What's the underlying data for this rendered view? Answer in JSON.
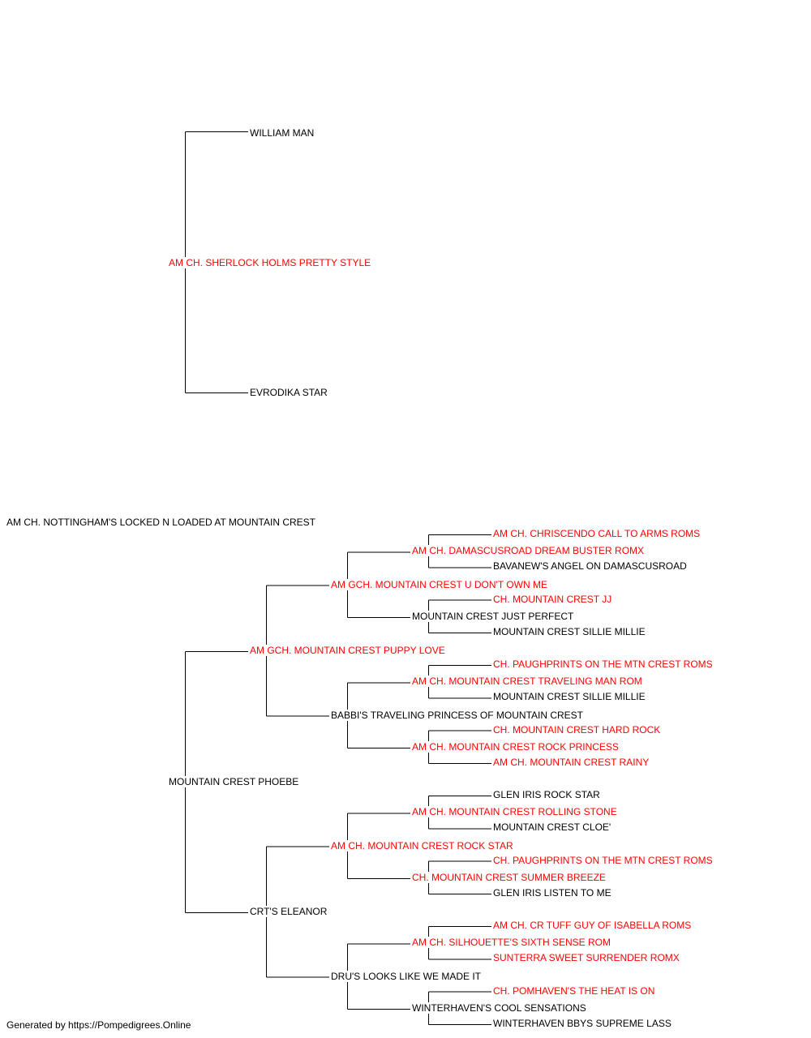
{
  "colors": {
    "champion": "#ff0000",
    "regular": "#000000",
    "lines": "#000000"
  },
  "subject": {
    "name": "AM CH. NOTTINGHAM'S LOCKED N LOADED AT MOUNTAIN CREST",
    "champion": false
  },
  "sire": {
    "name": "AM CH. SHERLOCK HOLMS PRETTY STYLE",
    "champion": true,
    "sire": {
      "name": "WILLIAM MAN",
      "champion": false
    },
    "dam": {
      "name": "EVRODIKA STAR",
      "champion": false
    }
  },
  "dam": {
    "name": "MOUNTAIN CREST PHOEBE",
    "champion": false,
    "sire": {
      "name": "AM GCH. MOUNTAIN CREST PUPPY LOVE",
      "champion": true,
      "sire": {
        "name": "AM GCH. MOUNTAIN CREST U DON'T OWN ME",
        "champion": true,
        "sire": {
          "name": "AM CH. DAMASCUSROAD DREAM BUSTER ROMX",
          "champion": true,
          "sire": {
            "name": "AM CH. CHRISCENDO CALL TO ARMS ROMS",
            "champion": true
          },
          "dam": {
            "name": "BAVANEW'S ANGEL ON DAMASCUSROAD",
            "champion": false
          }
        },
        "dam": {
          "name": "MOUNTAIN CREST JUST PERFECT",
          "champion": false,
          "sire": {
            "name": "CH. MOUNTAIN CREST JJ",
            "champion": true
          },
          "dam": {
            "name": "MOUNTAIN CREST SILLIE MILLIE",
            "champion": false
          }
        }
      },
      "dam": {
        "name": "BABBI'S TRAVELING PRINCESS OF MOUNTAIN CREST",
        "champion": false,
        "sire": {
          "name": "AM CH. MOUNTAIN CREST TRAVELING MAN ROM",
          "champion": true,
          "sire": {
            "name": "CH. PAUGHPRINTS ON THE MTN CREST ROMS",
            "champion": true
          },
          "dam": {
            "name": "MOUNTAIN CREST SILLIE MILLIE",
            "champion": false
          }
        },
        "dam": {
          "name": "AM CH. MOUNTAIN CREST ROCK PRINCESS",
          "champion": true,
          "sire": {
            "name": "CH. MOUNTAIN CREST HARD ROCK",
            "champion": true
          },
          "dam": {
            "name": "AM CH. MOUNTAIN CREST RAINY",
            "champion": true
          }
        }
      }
    },
    "dam": {
      "name": "CRT'S ELEANOR",
      "champion": false,
      "sire": {
        "name": "AM CH. MOUNTAIN CREST ROCK STAR",
        "champion": true,
        "sire": {
          "name": "AM CH. MOUNTAIN CREST ROLLING STONE",
          "champion": true,
          "sire": {
            "name": "GLEN IRIS ROCK STAR",
            "champion": false
          },
          "dam": {
            "name": "MOUNTAIN CREST CLOE'",
            "champion": false
          }
        },
        "dam": {
          "name": "CH. MOUNTAIN CREST SUMMER BREEZE",
          "champion": true,
          "sire": {
            "name": "CH. PAUGHPRINTS ON THE MTN CREST ROMS",
            "champion": true
          },
          "dam": {
            "name": "GLEN IRIS LISTEN TO ME",
            "champion": false
          }
        }
      },
      "dam": {
        "name": "DRU'S LOOKS LIKE WE MADE IT",
        "champion": false,
        "sire": {
          "name": "AM CH. SILHOUETTE'S SIXTH SENSE ROM",
          "champion": true,
          "sire": {
            "name": "AM CH. CR TUFF GUY OF ISABELLA ROMS",
            "champion": true
          },
          "dam": {
            "name": "SUNTERRA SWEET SURRENDER ROMX",
            "champion": true
          }
        },
        "dam": {
          "name": "WINTERHAVEN'S COOL SENSATIONS",
          "champion": false,
          "sire": {
            "name": "CH. POMHAVEN'S THE HEAT IS ON",
            "champion": true
          },
          "dam": {
            "name": "WINTERHAVEN BBYS SUPREME LASS",
            "champion": false
          }
        }
      }
    }
  },
  "footer": "Generated by https://Pompedigrees.Online"
}
